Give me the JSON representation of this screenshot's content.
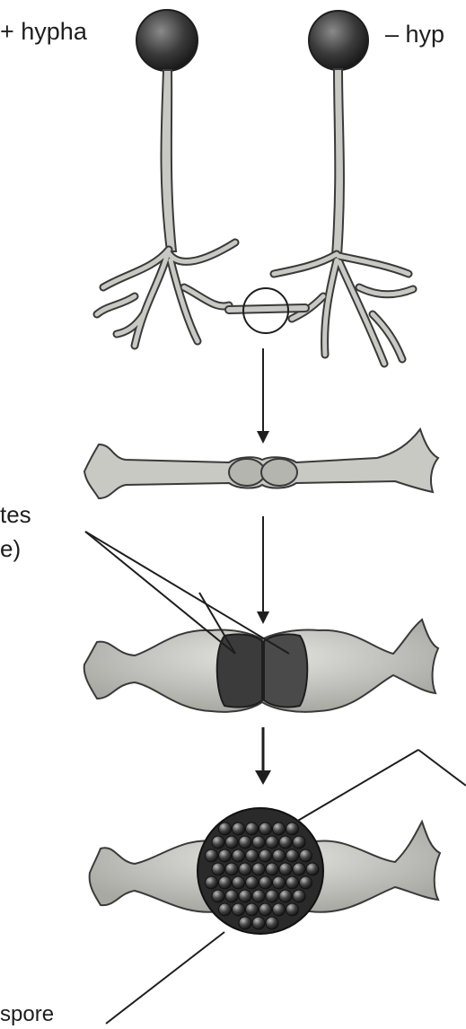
{
  "labels": {
    "plus_hypha": "+ hypha",
    "minus_hypha": "– hyp",
    "gametes_fragment": "tes",
    "gametes_paren_fragment": "e)",
    "spore_fragment": "spore"
  },
  "colors": {
    "ink": "#1e1e1e",
    "hypha_fill": "#c9c9c4",
    "hypha_stroke": "#3a3a3a",
    "sporangium": "#2e2e2e",
    "gamete_dark": "#3b3b3b",
    "spore_dark": "#2a2a2a"
  }
}
